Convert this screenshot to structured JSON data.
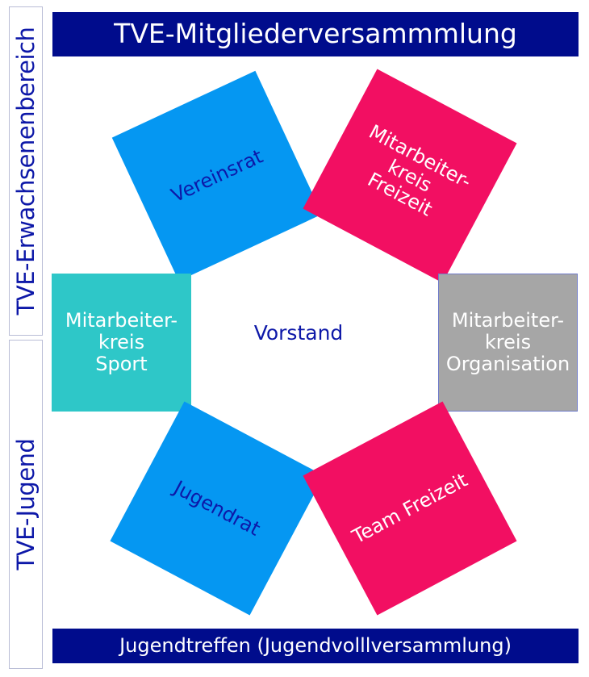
{
  "sidebar": {
    "upper_label": "TVE-Erwachsenenbereich",
    "lower_label": "TVE-Jugend"
  },
  "header": {
    "title": "TVE-Mitgliederversammmlung"
  },
  "footer": {
    "title": "Jugendtreffen (Jugendvolllversammlung)"
  },
  "center": {
    "label": "Vorstand"
  },
  "boxes": {
    "vereinsrat": {
      "label": "Vereinsrat",
      "color": "#0597f2",
      "text_color": "#0d18a8"
    },
    "mitarbeiterkreis_freizeit": {
      "label": "Mitarbeiter-\nkreis\nFreizeit",
      "color": "#f20f62",
      "text_color": "#ffffff"
    },
    "mitarbeiterkreis_sport": {
      "label": "Mitarbeiter-\nkreis\nSport",
      "color": "#2ec7c8",
      "text_color": "#ffffff"
    },
    "mitarbeiterkreis_organisation": {
      "label": "Mitarbeiter-\nkreis\nOrganisation",
      "color": "#a6a6a6",
      "text_color": "#ffffff"
    },
    "jugendrat": {
      "label": "Jugendrat",
      "color": "#0597f2",
      "text_color": "#0d18a8"
    },
    "team_freizeit": {
      "label": "Team Freizeit",
      "color": "#f20f62",
      "text_color": "#ffffff"
    }
  },
  "colors": {
    "banner": "#000c8c",
    "text_blue": "#0d18a8"
  }
}
